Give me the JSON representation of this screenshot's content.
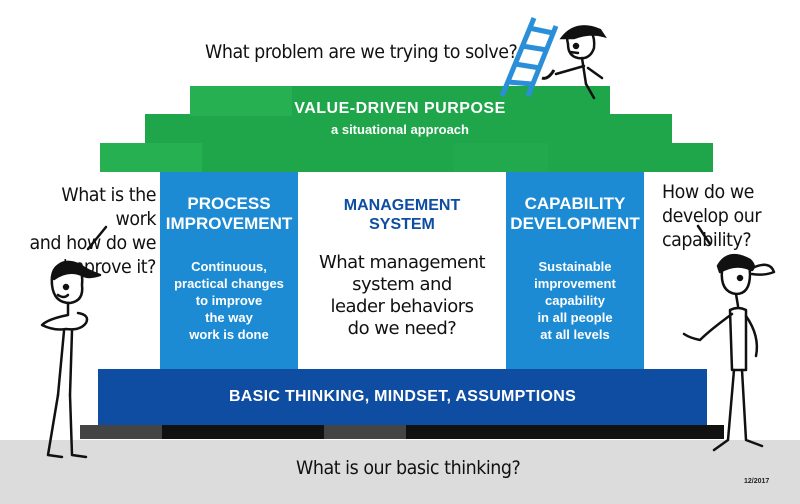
{
  "colors": {
    "roof_green": "#1fa64a",
    "pillar_blue": "#1d8bd3",
    "base_navy": "#0e4da1",
    "ground_gray": "#dcdcdc"
  },
  "top_question": "What problem are we trying to solve?",
  "roof": {
    "title": "VALUE-DRIVEN PURPOSE",
    "subtitle": "a situational approach"
  },
  "pillars": {
    "left": {
      "title_lines": [
        "PROCESS",
        "IMPROVEMENT"
      ],
      "body_lines": [
        "Continuous,",
        "practical changes",
        "to improve",
        "the way",
        "work is done"
      ]
    },
    "center": {
      "title_lines": [
        "MANAGEMENT",
        "SYSTEM"
      ],
      "body_lines": [
        "What management",
        "system and",
        "leader behaviors",
        "do we need?"
      ]
    },
    "right": {
      "title_lines": [
        "CAPABILITY",
        "DEVELOPMENT"
      ],
      "body_lines": [
        "Sustainable",
        "improvement",
        "capability",
        "in all people",
        "at all levels"
      ]
    }
  },
  "foundation": "BASIC THINKING, MINDSET, ASSUMPTIONS",
  "left_question_lines": [
    "What is the work",
    "and how do we",
    "improve it?"
  ],
  "right_question_lines": [
    "How do we",
    "develop our",
    "capability?"
  ],
  "bottom_question": "What is our basic thinking?",
  "date_stamp": "12/2017",
  "figures": {
    "top": "worker-on-ladder-figure",
    "left": "worker-thinking-figure",
    "right": "worker-pointing-figure"
  }
}
